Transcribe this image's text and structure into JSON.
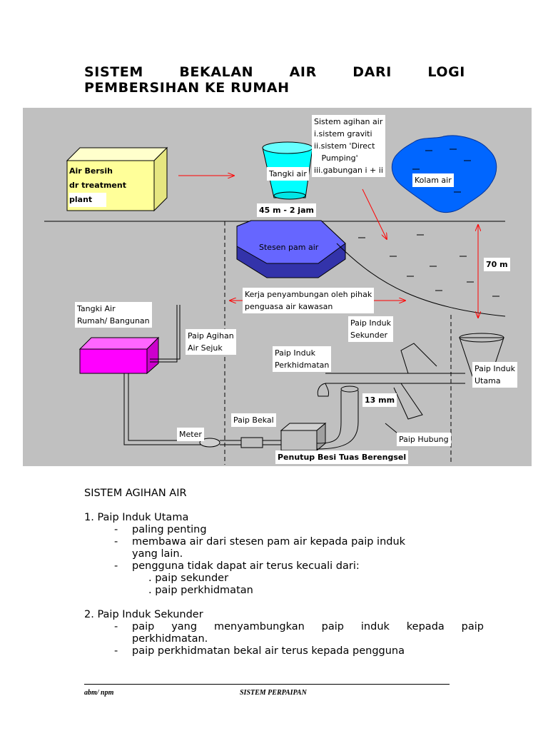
{
  "title": {
    "line1": [
      "SISTEM",
      "BEKALAN",
      "AIR",
      "DARI",
      "LOGI"
    ],
    "line2": "PEMBERSIHAN KE RUMAH"
  },
  "diagram": {
    "air_bersih": [
      "Air Bersih",
      "dr treatment",
      "plant"
    ],
    "tangki_air": "Tangki air",
    "sistem_agihan": [
      "Sistem agihan air",
      "i.sistem graviti",
      "ii.sistem 'Direct",
      "   Pumping'",
      "iii.gabungan i + ii"
    ],
    "kolam_air": "Kolam air",
    "height_45": "45 m - 2 jam",
    "stesen_pam": "Stesen pam air",
    "height_70": "70 m",
    "kerja": [
      "Kerja penyambungan oleh pihak",
      "penguasa air kawasan"
    ],
    "tangki_rumah": [
      "Tangki Air",
      "Rumah/ Bangunan"
    ],
    "paip_agihan": [
      "Paip Agihan",
      "Air Sejuk"
    ],
    "paip_sekunder": [
      "Paip Induk",
      "Sekunder"
    ],
    "paip_perkhidmatan": [
      "Paip Induk",
      "Perkhidmatan"
    ],
    "paip_utama": [
      "Paip Induk",
      "Utama"
    ],
    "mm13": "13 mm",
    "paip_bekal": "Paip Bekal",
    "meter": "Meter",
    "paip_hubung": "Paip Hubung",
    "penutup": "Penutup Besi Tuas Berengsel"
  },
  "body": {
    "heading": "SISTEM AGIHAN AIR",
    "s1_title": "1. Paip Induk Utama",
    "s1_b1": "paling penting",
    "s1_b2a": "membawa air dari stesen pam air kepada paip induk",
    "s1_b2b": "yang lain.",
    "s1_b3": "pengguna tidak dapat air terus kecuali dari:",
    "s1_sub1": ". paip sekunder",
    "s1_sub2": ". paip perkhidmatan",
    "s2_title": "2. Paip Induk Sekunder",
    "s2_b1a": "paip yang menyambungkan paip induk kepada paip",
    "s2_b1b": "perkhidmatan.",
    "s2_b2": "paip perkhidmatan bekal air terus kepada pengguna",
    "dash": "-"
  },
  "footer": {
    "left": "abm/ npm",
    "center": "SISTEM PERPAIPAN"
  },
  "colors": {
    "diagram_bg": "#c0c0c0",
    "box_yellow": "#ffff99",
    "tank_cyan": "#00ffff",
    "pond_blue": "#0066ff",
    "pump_station": "#6666ff",
    "house_tank": "#ff00ff",
    "arrow_red": "#ff0000"
  }
}
